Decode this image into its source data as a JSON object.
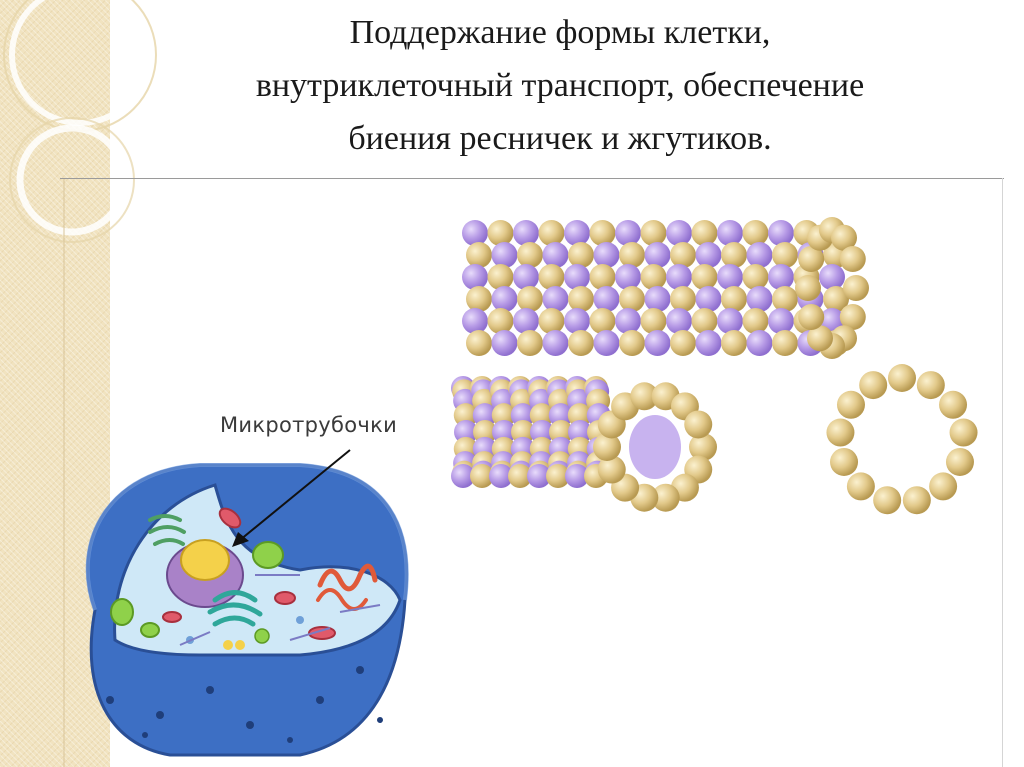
{
  "slide": {
    "title_lines": [
      "Поддержание формы клетки,",
      "внутриклеточный транспорт, обеспечение",
      "биения ресничек и жгутиков."
    ]
  },
  "illustration": {
    "label": "Микротрубочки",
    "colors": {
      "purple_subunit": "#b79be6",
      "gold_subunit": "#e2c98a",
      "cell_membrane": "#3d6fc4",
      "cytoplasm": "#cfe8f7"
    }
  }
}
